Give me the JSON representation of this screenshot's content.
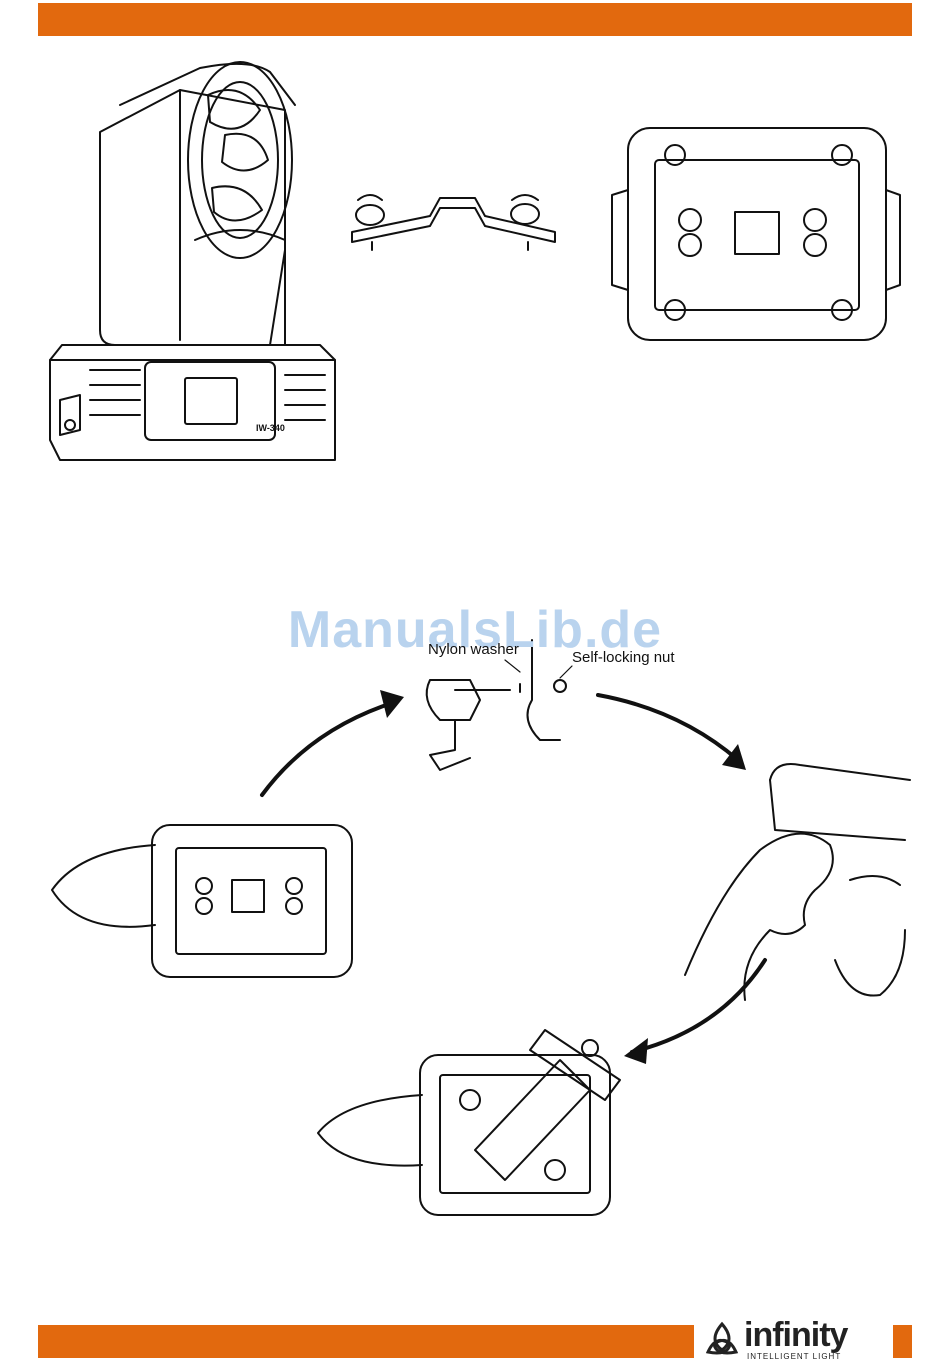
{
  "page": {
    "accent_color": "#e2690e",
    "watermark_color": "#b9d3ee"
  },
  "watermark": {
    "text": "ManualsLib.de"
  },
  "labels": {
    "nylon_washer": "Nylon washer",
    "self_locking_nut": "Self-locking nut"
  },
  "fixture": {
    "model_label": "IW-340"
  },
  "logo": {
    "brand": "infinity",
    "tagline": "INTELLIGENT LIGHT",
    "icon": "triquetra-icon"
  }
}
